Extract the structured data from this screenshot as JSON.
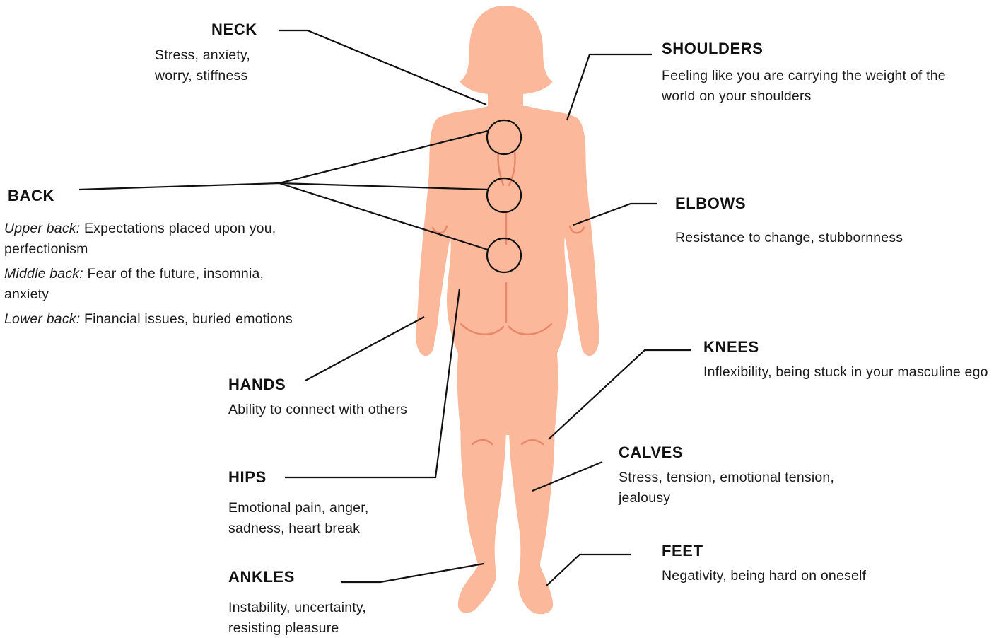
{
  "colors": {
    "skin": "#fbb89a",
    "skin_shadow": "#e9876c",
    "line": "#111111",
    "text": "#1a1a1a"
  },
  "labels": {
    "neck": {
      "title": "NECK",
      "desc": "Stress, anxiety, worry, stiffness"
    },
    "shoulders": {
      "title": "SHOULDERS",
      "desc": "Feeling like you are carrying the weight of the world on your shoulders"
    },
    "back": {
      "title": "BACK",
      "items": [
        {
          "term": "Upper back:",
          "text": " Expectations placed upon you, perfectionism"
        },
        {
          "term": "Middle back:",
          "text": " Fear of the future, insomnia, anxiety"
        },
        {
          "term": "Lower back:",
          "text": " Financial issues, buried emotions"
        }
      ]
    },
    "elbows": {
      "title": "ELBOWS",
      "desc": "Resistance to change, stubbornness"
    },
    "knees": {
      "title": "KNEES",
      "desc": "Inflexibility, being stuck in your masculine ego"
    },
    "hands": {
      "title": "HANDS",
      "desc": "Ability to connect with others"
    },
    "calves": {
      "title": "CALVES",
      "desc": "Stress, tension, emotional tension, jealousy"
    },
    "hips": {
      "title": "HIPS",
      "desc": "Emotional pain, anger, sadness, heart break"
    },
    "feet": {
      "title": "FEET",
      "desc": "Negativity, being hard on oneself"
    },
    "ankles": {
      "title": "ANKLES",
      "desc": "Instability, uncertainty, resisting pleasure"
    }
  }
}
